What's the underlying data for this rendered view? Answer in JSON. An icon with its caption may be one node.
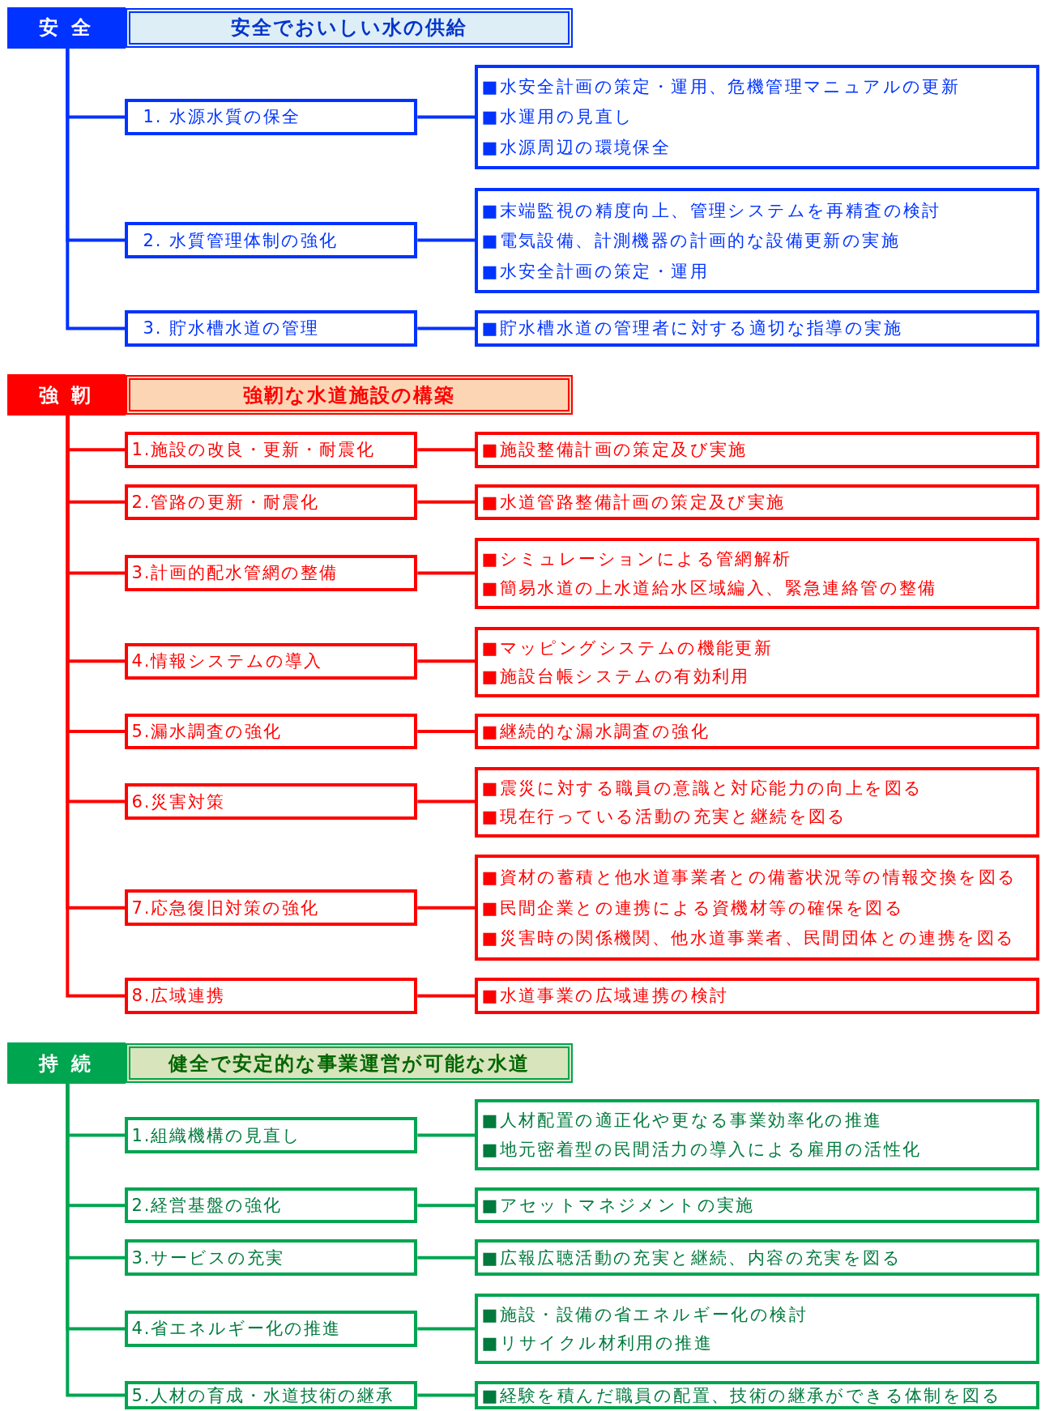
{
  "diagram": {
    "nodes": [
      {
        "text": [
          "安 全"
        ]
      },
      {
        "text": [
          "安全でおいしい水の供給"
        ]
      },
      {
        "text": [
          "1. 水源水質の保全"
        ]
      },
      {
        "text": [
          "■水安全計画の策定・運用、危機管理マニュアルの更新",
          "■水運用の見直し",
          "■水源周辺の環境保全"
        ]
      },
      {
        "text": [
          "2. 水質管理体制の強化"
        ]
      },
      {
        "text": [
          "■末端監視の精度向上、管理システムを再精査の検討",
          "■電気設備、計測機器の計画的な設備更新の実施",
          "■水安全計画の策定・運用"
        ]
      },
      {
        "text": [
          "3. 貯水槽水道の管理"
        ]
      },
      {
        "text": [
          "■貯水槽水道の管理者に対する適切な指導の実施"
        ]
      },
      {
        "text": [
          "強 靭"
        ]
      },
      {
        "text": [
          "強靭な水道施設の構築"
        ]
      },
      {
        "text": [
          "1.施設の改良・更新・耐震化"
        ]
      },
      {
        "text": [
          "■施設整備計画の策定及び実施"
        ]
      },
      {
        "text": [
          "2.管路の更新・耐震化"
        ]
      },
      {
        "text": [
          "■水道管路整備計画の策定及び実施"
        ]
      },
      {
        "text": [
          "3.計画的配水管網の整備"
        ]
      },
      {
        "text": [
          "■シミュレーションによる管網解析",
          "■簡易水道の上水道給水区域編入、緊急連絡管の整備"
        ]
      },
      {
        "text": [
          "4.情報システムの導入"
        ]
      },
      {
        "text": [
          "■マッピングシステムの機能更新",
          "■施設台帳システムの有効利用"
        ]
      },
      {
        "text": [
          "5.漏水調査の強化"
        ]
      },
      {
        "text": [
          "■継続的な漏水調査の強化"
        ]
      },
      {
        "text": [
          "6.災害対策"
        ]
      },
      {
        "text": [
          "■震災に対する職員の意識と対応能力の向上を図る",
          "■現在行っている活動の充実と継続を図る"
        ]
      },
      {
        "text": [
          "7.応急復旧対策の強化"
        ]
      },
      {
        "text": [
          "■資材の蓄積と他水道事業者との備蓄状況等の情報交換を図る",
          "■民間企業との連携による資機材等の確保を図る",
          "■災害時の関係機関、他水道事業者、民間団体との連携を図る"
        ]
      },
      {
        "text": [
          "8.広域連携"
        ]
      },
      {
        "text": [
          "■水道事業の広域連携の検討"
        ]
      },
      {
        "text": [
          "持 続"
        ]
      },
      {
        "text": [
          "健全で安定的な事業運営が可能な水道"
        ]
      },
      {
        "text": [
          "1.組織機構の見直し"
        ]
      },
      {
        "text": [
          "■人材配置の適正化や更なる事業効率化の推進",
          "■地元密着型の民間活力の導入による雇用の活性化"
        ]
      },
      {
        "text": [
          "2.経営基盤の強化"
        ]
      },
      {
        "text": [
          "■アセットマネジメントの実施"
        ]
      },
      {
        "text": [
          "3.サービスの充実"
        ]
      },
      {
        "text": [
          "■広報広聴活動の充実と継続、内容の充実を図る"
        ]
      },
      {
        "text": [
          "4.省エネルギー化の推進"
        ]
      },
      {
        "text": [
          "■施設・設備の省エネルギー化の検討",
          "■リサイクル材利用の推進"
        ]
      },
      {
        "text": [
          "5.人材の育成・水道技術の継承"
        ]
      },
      {
        "text": [
          "■経験を積んだ職員の配置、技術の継承ができる体制を図る"
        ]
      }
    ],
    "edges": [
      {
        "from": 0,
        "to": 2,
        "arrow": "none",
        "color": "#0033ff"
      },
      {
        "from": 2,
        "to": 3,
        "arrow": "none",
        "color": "#0033ff"
      },
      {
        "from": 0,
        "to": 4,
        "arrow": "none",
        "color": "#0033ff"
      },
      {
        "from": 4,
        "to": 5,
        "arrow": "none",
        "color": "#0033ff"
      },
      {
        "from": 0,
        "to": 6,
        "arrow": "none",
        "color": "#0033ff"
      },
      {
        "from": 6,
        "to": 7,
        "arrow": "none",
        "color": "#0033ff"
      },
      {
        "from": 8,
        "to": 10,
        "arrow": "none"
      },
      {
        "from": 10,
        "to": 11,
        "arrow": "none"
      },
      {
        "from": 8,
        "to": 12,
        "arrow": "none"
      },
      {
        "from": 12,
        "to": 13,
        "arrow": "none"
      },
      {
        "from": 8,
        "to": 14,
        "arrow": "none"
      },
      {
        "from": 14,
        "to": 15,
        "arrow": "none"
      },
      {
        "from": 8,
        "to": 16,
        "arrow": "none"
      },
      {
        "from": 16,
        "to": 17,
        "arrow": "none"
      },
      {
        "from": 8,
        "to": 18,
        "arrow": "none"
      },
      {
        "from": 18,
        "to": 19,
        "arrow": "none"
      },
      {
        "from": 8,
        "to": 20,
        "arrow": "none"
      },
      {
        "from": 20,
        "to": 21,
        "arrow": "none"
      },
      {
        "from": 8,
        "to": 22,
        "arrow": "none"
      },
      {
        "from": 22,
        "to": 23,
        "arrow": "none"
      },
      {
        "from": 8,
        "to": 24,
        "arrow": "none"
      },
      {
        "from": 24,
        "to": 25,
        "arrow": "none"
      },
      {
        "from": 26,
        "to": 28,
        "arrow": "none",
        "color": "#00a550"
      },
      {
        "from": 28,
        "to": 29,
        "arrow": "none",
        "color": "#00a550"
      },
      {
        "from": 26,
        "to": 30,
        "arrow": "none",
        "color": "#00a550"
      },
      {
        "from": 30,
        "to": 31,
        "arrow": "none",
        "color": "#00a550"
      },
      {
        "from": 26,
        "to": 32,
        "arrow": "none",
        "color": "#00a550"
      },
      {
        "from": 32,
        "to": 33,
        "arrow": "none",
        "color": "#00a550"
      },
      {
        "from": 26,
        "to": 34,
        "arrow": "none",
        "color": "#00a550"
      },
      {
        "from": 34,
        "to": 35,
        "arrow": "none",
        "color": "#00a550"
      },
      {
        "from": 26,
        "to": 36,
        "arrow": "none",
        "color": "#00a550"
      },
      {
        "from": 36,
        "to": 37,
        "arrow": "none",
        "color": "#00a550"
      }
    ]
  }
}
